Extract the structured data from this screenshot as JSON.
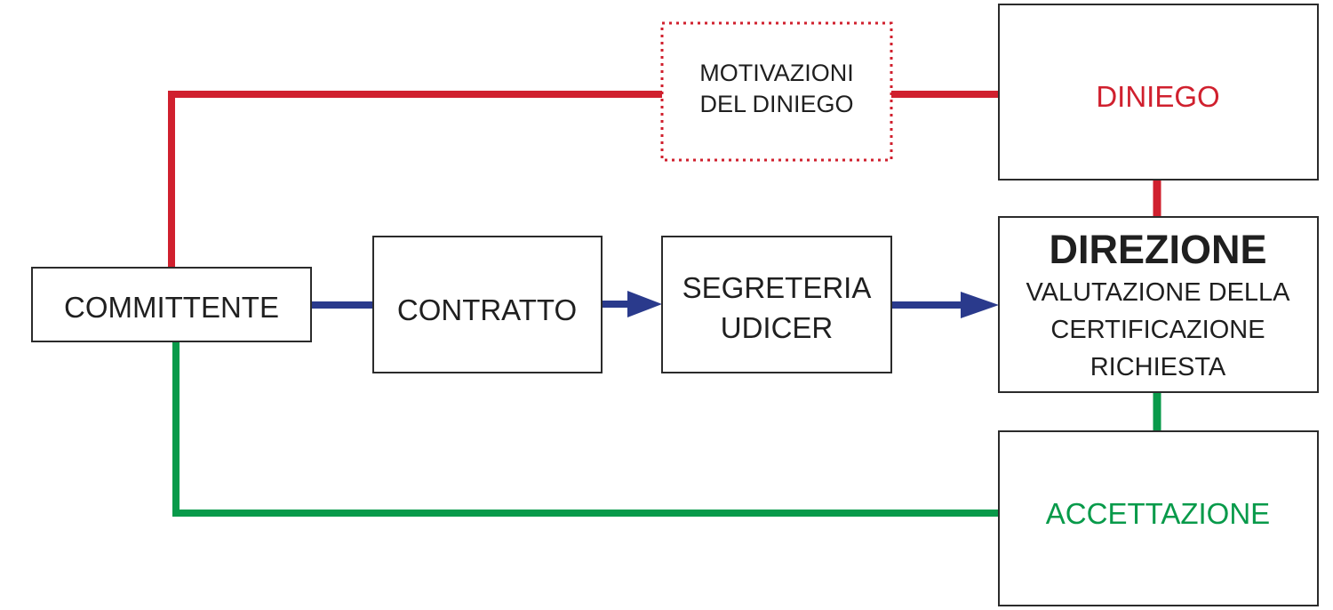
{
  "colors": {
    "reject": "#d0202e",
    "accept": "#089a4a",
    "flow": "#2a3a8c",
    "box_border": "#2b2b2b",
    "text": "#1f1f1f"
  },
  "nodes": {
    "committente": "COMMITTENTE",
    "contratto": "CONTRATTO",
    "segreteria": {
      "line1": "SEGRETERIA",
      "line2": "UDICER"
    },
    "motivazioni": {
      "line1": "MOTIVAZIONI",
      "line2": "DEL DINIEGO"
    },
    "diniego": "DINIEGO",
    "direzione": {
      "title": "DIREZIONE",
      "line1": "VALUTAZIONE DELLA",
      "line2": "CERTIFICAZIONE",
      "line3": "RICHIESTA"
    },
    "accettazione": "ACCETTAZIONE"
  }
}
